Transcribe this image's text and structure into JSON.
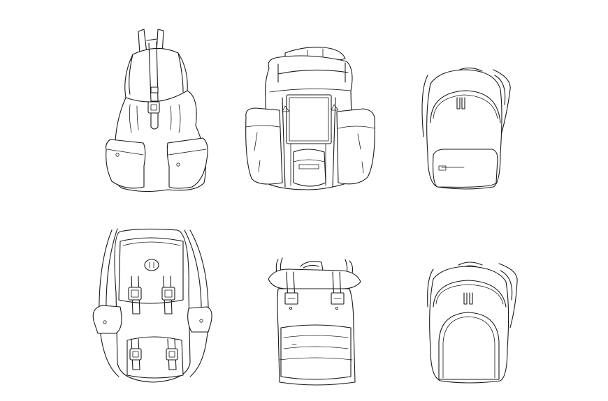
{
  "drawing": {
    "background": "#ffffff",
    "line_color": "#1a1a1a",
    "items": [
      {
        "name": "drawstring-backpack-with-buckle-and-side-pockets"
      },
      {
        "name": "hiking-backpack-with-front-flap-and-side-pockets"
      },
      {
        "name": "simple-zip-backpack-with-front-pocket"
      },
      {
        "name": "rucksack-with-two-buckle-straps-and-flap-pockets"
      },
      {
        "name": "rolltop-backpack-with-two-straps-and-front-pocket"
      },
      {
        "name": "dome-backpack-with-front-panel"
      }
    ]
  }
}
